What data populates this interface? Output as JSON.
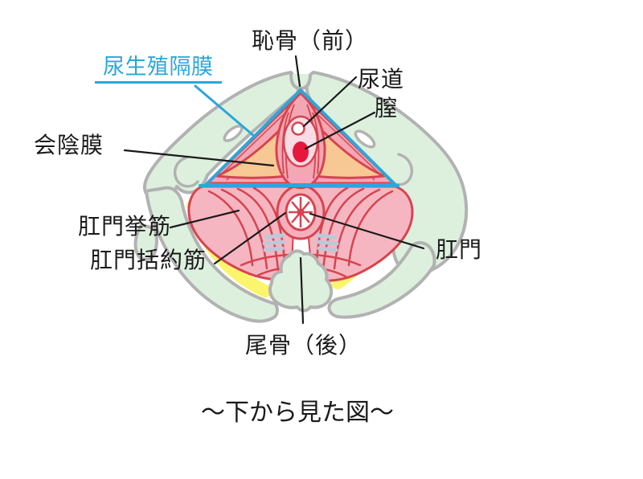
{
  "diagram": {
    "labels": {
      "pubis": "恥骨（前）",
      "urogenital_diaphragm": "尿生殖隔膜",
      "urethra": "尿道",
      "vagina": "膣",
      "perineal_membrane": "会陰膜",
      "levator_ani": "肛門挙筋",
      "anal_sphincter": "肛門括約筋",
      "anus": "肛門",
      "coccyx": "尾骨（後）"
    },
    "caption": "〜下から見た図〜",
    "colors": {
      "highlight_blue": "#2ea6d9",
      "bone_green": "#ddf0de",
      "bone_outline_gray": "#b2b2b2",
      "muscle_pink": "#f6b6c1",
      "muscle_pink_dark": "#f3a7b4",
      "muscle_red_outline": "#d6444f",
      "membrane_orange": "#f8c894",
      "fat_pad_yellow": "#fbf56d",
      "vagina_red": "#e6173c",
      "inner_pale_pink": "#fbdbe4",
      "sphincter_hatch_gray": "#bcc9d8",
      "leader_line_black": "#1a1a1a"
    }
  }
}
